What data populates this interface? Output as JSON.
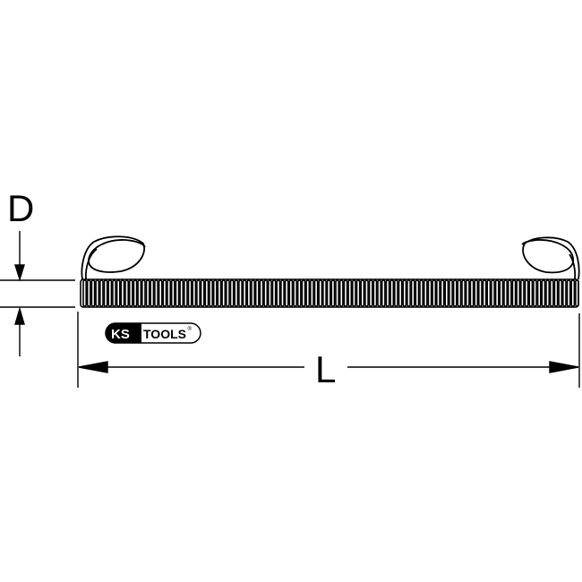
{
  "dimensions": {
    "diameter_label": "D",
    "length_label": "L"
  },
  "logo": {
    "text_ks": "KS",
    "text_tools": "TOOLS",
    "registered": "®"
  },
  "colors": {
    "line": "#000000",
    "background": "#ffffff"
  }
}
